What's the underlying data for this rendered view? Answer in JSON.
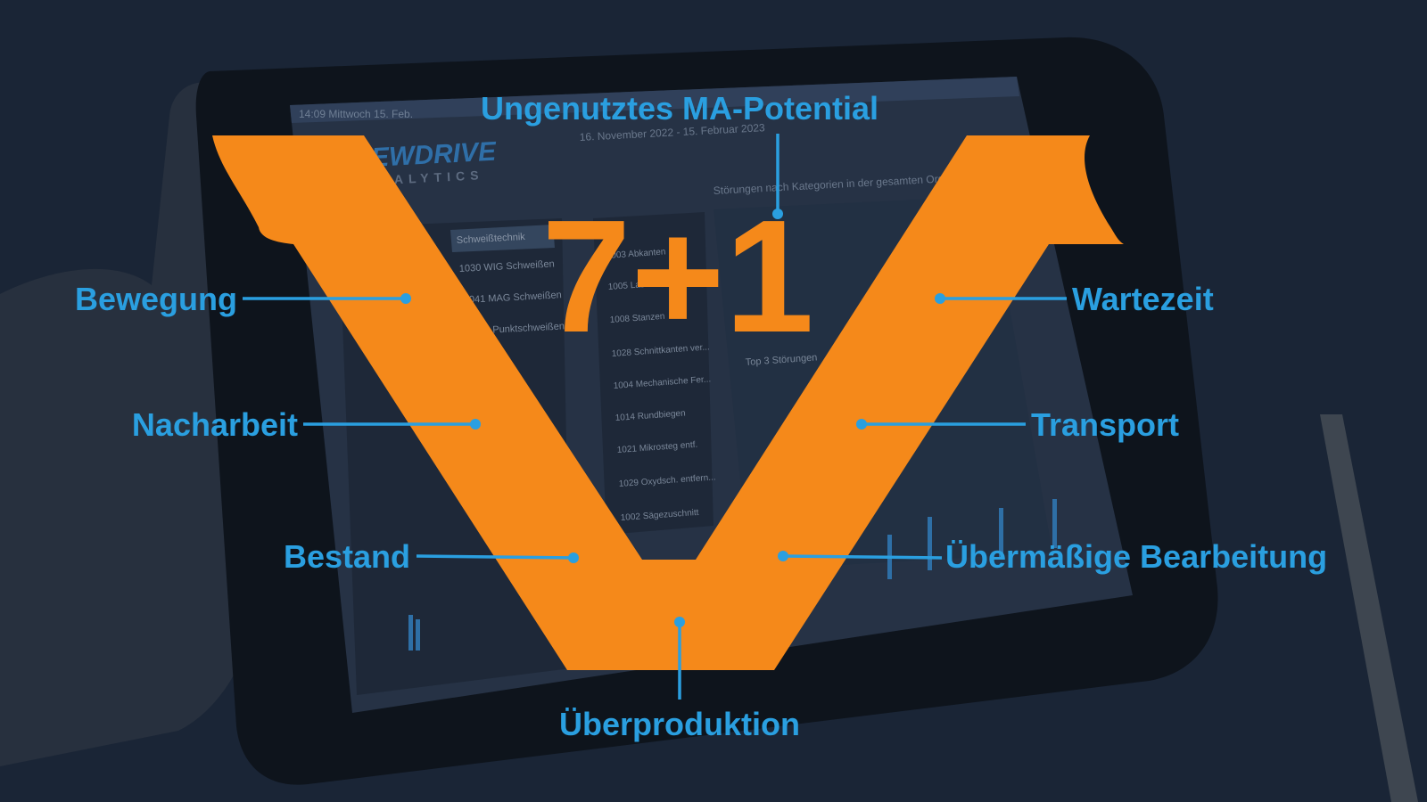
{
  "colors": {
    "background": "#1a2536",
    "accent_orange": "#f5891a",
    "label_blue": "#2a9fe0"
  },
  "diagram": {
    "title": "7+1",
    "wastes": {
      "top": "Ungenutztes MA-Potential",
      "left_1": "Bewegung",
      "left_2": "Nacharbeit",
      "left_3": "Bestand",
      "right_1": "Wartezeit",
      "right_2": "Transport",
      "right_3": "Übermäßige Bearbeitung",
      "bottom": "Überproduktion"
    }
  },
  "background_screen": {
    "status_bar": "14:09 Mittwoch 15. Feb.",
    "logo_line1": "NEWDRIVE",
    "logo_line2": "ANALYTICS",
    "date_range": "16. November 2022 - 15. Februar 2023",
    "panel_title": "Störungen nach Kategorien in der gesamten Organisation",
    "header_tag": "Schweißtechnik",
    "left_items": [
      "1030 WIG Schweißen",
      "1041 MAG Schweißen",
      "1042 Punktschweißen"
    ],
    "middle_items": [
      "1003 Abkanten",
      "1005 Laserschneiden",
      "1008 Stanzen",
      "1028 Schnittkanten ver...",
      "1004 Mechanische Fer...",
      "1014 Rundbiegen",
      "1021 Mikrosteg entf.",
      "1029 Oxydsch. entfern...",
      "1002 Sägezuschnitt"
    ],
    "top3_title": "Top 3 Störungen"
  }
}
